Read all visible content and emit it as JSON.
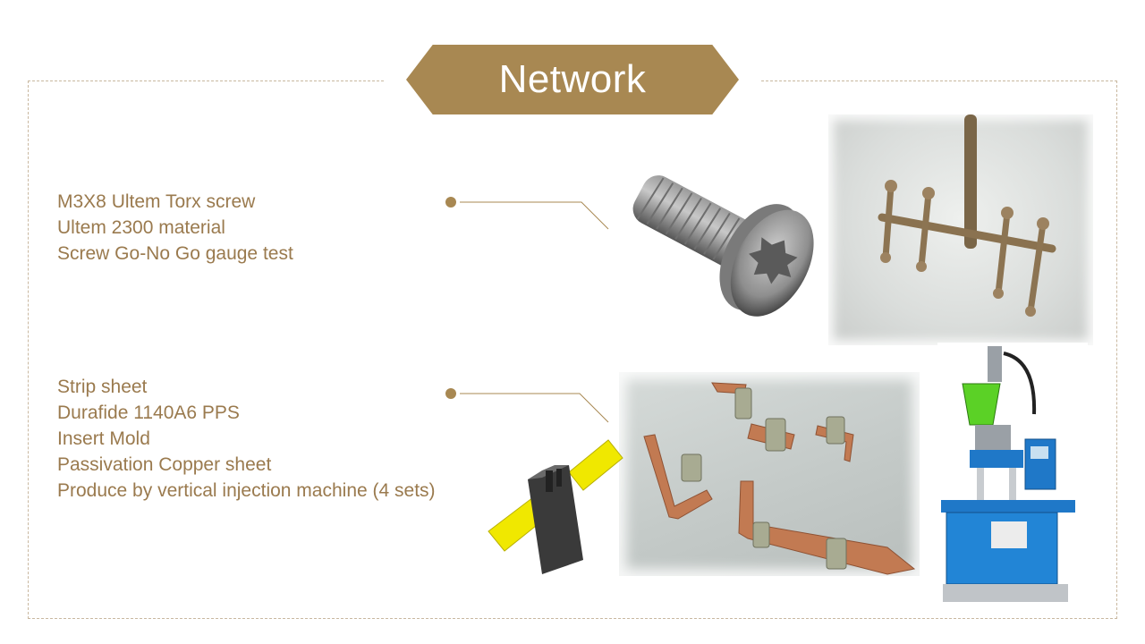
{
  "title": "Network",
  "sections": [
    {
      "lines": [
        "M3X8 Ultem Torx screw",
        "Ultem 2300 material",
        "Screw Go-No Go gauge test"
      ]
    },
    {
      "lines": [
        "Strip sheet",
        "Durafide 1140A6 PPS",
        "Insert Mold",
        "Passivation Copper sheet",
        "Produce by vertical injection machine (4 sets)"
      ]
    }
  ],
  "colors": {
    "accent": "#a88852",
    "text": "#9a7a4e",
    "frame": "#c9b8a0"
  },
  "icons": [
    "torx-screw-illustration",
    "sprue-parts-photo",
    "insert-mold-illustration",
    "copper-strip-photo",
    "injection-machine-photo"
  ]
}
